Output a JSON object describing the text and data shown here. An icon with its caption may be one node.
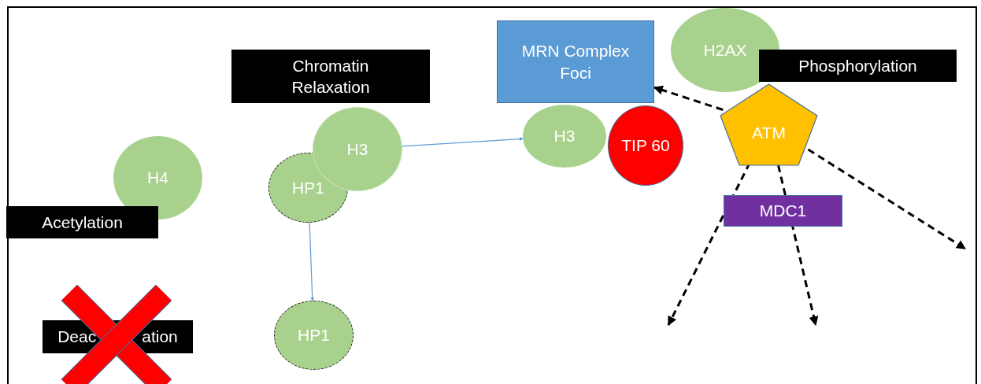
{
  "diagram": {
    "nodes": [
      {
        "text": [
          "Chromatin Relaxation"
        ]
      },
      {
        "text": [
          "H4"
        ]
      },
      {
        "text": [
          "Acetylation"
        ]
      },
      {
        "text": [
          "HP1"
        ]
      },
      {
        "text": [
          "H3"
        ]
      },
      {
        "text": [
          "Deac",
          "ation"
        ]
      },
      {
        "text": [
          "HP1"
        ]
      },
      {
        "text": [
          "MRN Complex Foci"
        ]
      },
      {
        "text": [
          "H2AX"
        ]
      },
      {
        "text": [
          "Phosphorylation"
        ]
      },
      {
        "text": [
          "H3"
        ]
      },
      {
        "text": [
          "TIP 60"
        ]
      },
      {
        "text": [
          "ATM"
        ]
      },
      {
        "text": [
          "MDC1"
        ]
      }
    ],
    "edges": [
      {
        "from": 4,
        "to": 10,
        "arrow": "to",
        "color": "#5b9bd5"
      },
      {
        "from": 3,
        "to": 6,
        "arrow": "to",
        "color": "#5b9bd5"
      },
      {
        "from": 12,
        "to": 7,
        "arrow": "to",
        "style": "dashed"
      },
      {
        "from": 12,
        "to": null,
        "arrow": "to",
        "style": "dashed"
      },
      {
        "from": 12,
        "to": null,
        "arrow": "to",
        "style": "dashed"
      },
      {
        "from": 12,
        "to": null,
        "arrow": "to",
        "style": "dashed"
      }
    ]
  }
}
